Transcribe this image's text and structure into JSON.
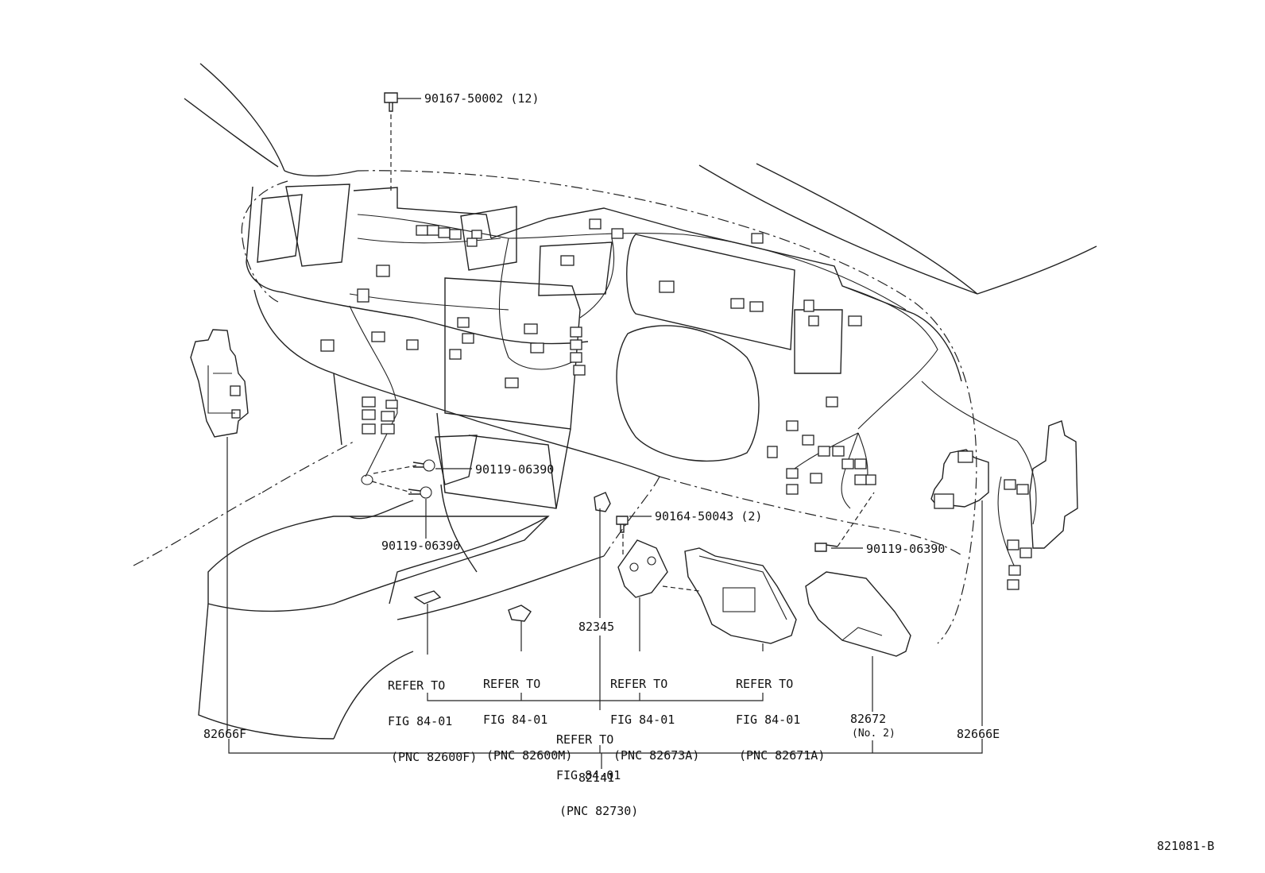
{
  "diagram": {
    "figure_id": "821081-B",
    "callouts": {
      "bolt_top": "90167-50002 (12)",
      "bolt_console_upper": "90119-06390",
      "bolt_console_lower": "90119-06390",
      "bolt_bracket": "90164-50043 (2)",
      "bolt_right": "90119-06390",
      "part_82345": "82345",
      "part_82666F": "82666F",
      "part_82666E": "82666E",
      "part_82672": "82672",
      "part_82672_sub": "(No. 2)",
      "part_82141": "82141"
    },
    "refer_notes": [
      {
        "line1": "REFER TO",
        "line2": "FIG 84-01",
        "line3": "(PNC 82600F)"
      },
      {
        "line1": "REFER TO",
        "line2": "FIG 84-01",
        "line3": "(PNC 82600M)"
      },
      {
        "line1": "REFER TO",
        "line2": "FIG 84-01",
        "line3": "(PNC 82673A)"
      },
      {
        "line1": "REFER TO",
        "line2": "FIG 84-01",
        "line3": "(PNC 82671A)"
      },
      {
        "line1": "REFER TO",
        "line2": "FIG 84-01",
        "line3": "(PNC 82730)"
      }
    ]
  }
}
